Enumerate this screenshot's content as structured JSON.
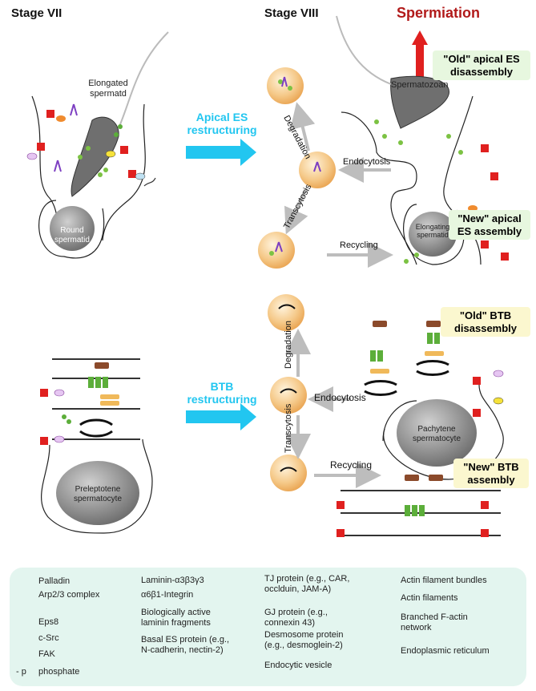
{
  "stages": {
    "left": "Stage VII",
    "right": "Stage VIII"
  },
  "spermiation": "Spermiation",
  "apical": {
    "restructuring": "Apical ES restructuring",
    "old_box": "\"Old\" apical ES disassembly",
    "new_box": "\"New\" apical ES assembly",
    "degradation": "Degradation",
    "endocytosis": "Endocytosis",
    "transcytosis": "Transcytosis",
    "recycling": "Recycling"
  },
  "btb": {
    "restructuring": "BTB restructuring",
    "old_box": "\"Old\" BTB disassembly",
    "new_box": "\"New\" BTB assembly",
    "degradation": "Degradation",
    "endocytosis": "Endocytosis",
    "transcytosis": "Transcytosis",
    "recycling": "Recycling"
  },
  "cells": {
    "elongated_spermatid": "Elongated spermatd",
    "round_spermatid": "Round spermatid",
    "spermatozoan": "Spermatozoan",
    "elongating_spermatid": "Elongating spermatid",
    "preleptotene": "Preleptotene spermatocyte",
    "pachytene": "Pachytene spermatocyte"
  },
  "p_label": "p",
  "legend": {
    "palladin": "Palladin",
    "arp": "Arp2/3 complex",
    "eps8": "Eps8",
    "csrc": "c-Src",
    "fak": "FAK",
    "phosphate": "phosphate",
    "laminin": "Laminin-α3β3γ3",
    "integrin": "α6β1-Integrin",
    "laminin_fragments": "Biologically active laminin fragments",
    "basal_es": "Basal ES protein (e.g., N-cadherin, nectin-2)",
    "tj": "TJ protein (e.g., CAR, occlduin, JAM-A)",
    "gj": "GJ protein (e.g., connexin 43)",
    "desmosome": "Desmosome protein (e.g., desmoglein-2)",
    "vesicle": "Endocytic vesicle",
    "actin_bundles": "Actin filament bundles",
    "actin_filaments": "Actin filaments",
    "branched": "Branched F-actin network",
    "er": "Endoplasmic reticulum"
  },
  "colors": {
    "cyan_arrow": "#22c6f0",
    "spermiation_red": "#b11a1a",
    "vesicle": "#f2c27a",
    "legend_bg": "#e3f5ef"
  }
}
